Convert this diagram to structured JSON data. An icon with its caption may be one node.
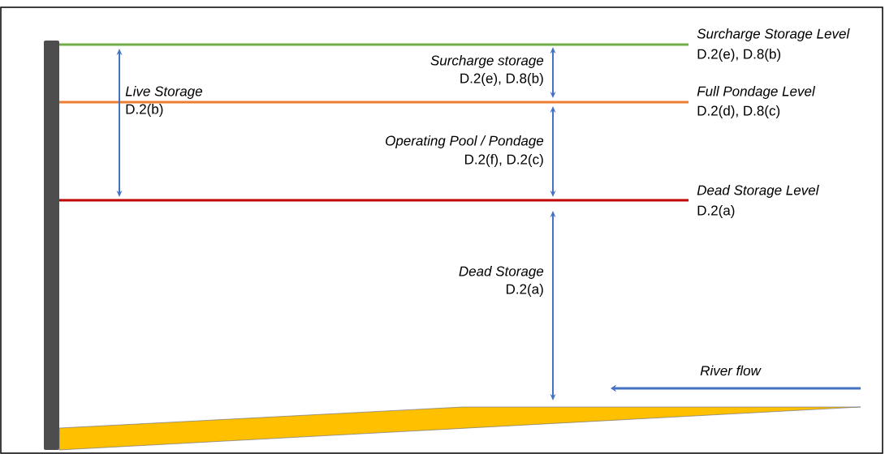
{
  "diagram": {
    "labels": [
      "Surcharge Storage Level",
      "D.2(e), D.8(b)",
      "Surcharge storage",
      "D.2(e), D.8(b)",
      "Live Storage",
      "Full Pondage Level",
      "D.2(b)",
      "D.2(d), D.8(c)",
      "Operating Pool / Pondage",
      "D.2(f), D.2(c)",
      "Dead Storage Level",
      "D.2(a)",
      "Dead Storage",
      "D.2(a)",
      "River flow"
    ]
  }
}
